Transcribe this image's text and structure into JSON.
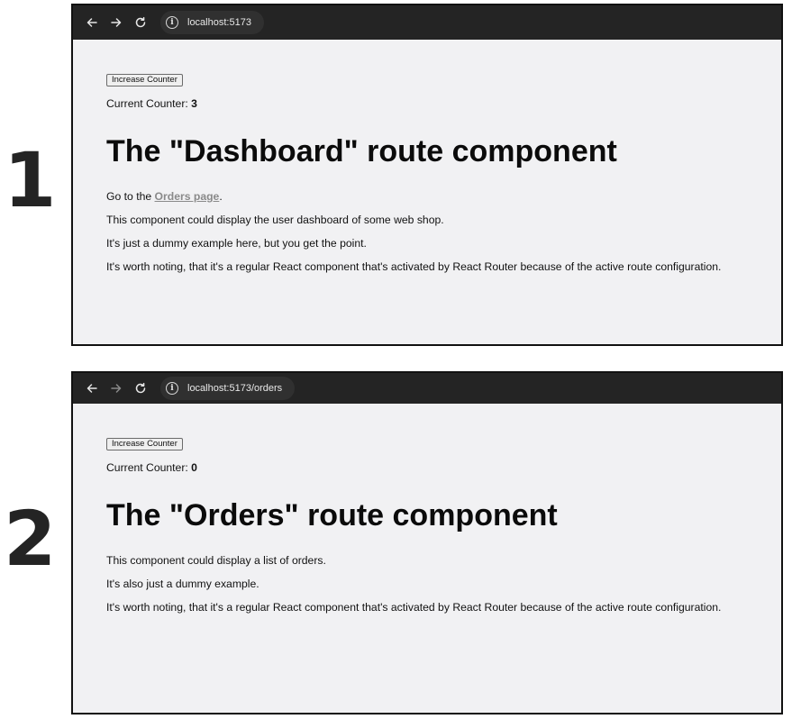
{
  "panels": [
    {
      "step": "1",
      "url": "localhost:5173",
      "button_label": "Increase Counter",
      "counter_label": "Current Counter:",
      "counter_value": "3",
      "heading": "The \"Dashboard\" route component",
      "link_prefix": "Go to the ",
      "link_text": "Orders page",
      "link_suffix": ".",
      "paragraphs": [
        "This component could display the user dashboard of some web shop.",
        "It's just a dummy example here, but you get the point.",
        "It's worth noting, that it's a regular React component that's activated by React Router because of the active route configuration."
      ]
    },
    {
      "step": "2",
      "url": "localhost:5173/orders",
      "button_label": "Increase Counter",
      "counter_label": "Current Counter:",
      "counter_value": "0",
      "heading": "The \"Orders\" route component",
      "paragraphs": [
        "This component could display a list of orders.",
        "It's also just a dummy example.",
        "It's worth noting, that it's a regular React component that's activated by React Router because of the active route configuration."
      ]
    }
  ],
  "colors": {
    "toolbar_bg": "#242424",
    "page_bg": "#f1f1f3",
    "link": "#8a8a8a",
    "step_number": "#242424"
  },
  "icons": [
    "back-arrow-icon",
    "forward-arrow-icon",
    "reload-icon",
    "site-info-icon"
  ]
}
